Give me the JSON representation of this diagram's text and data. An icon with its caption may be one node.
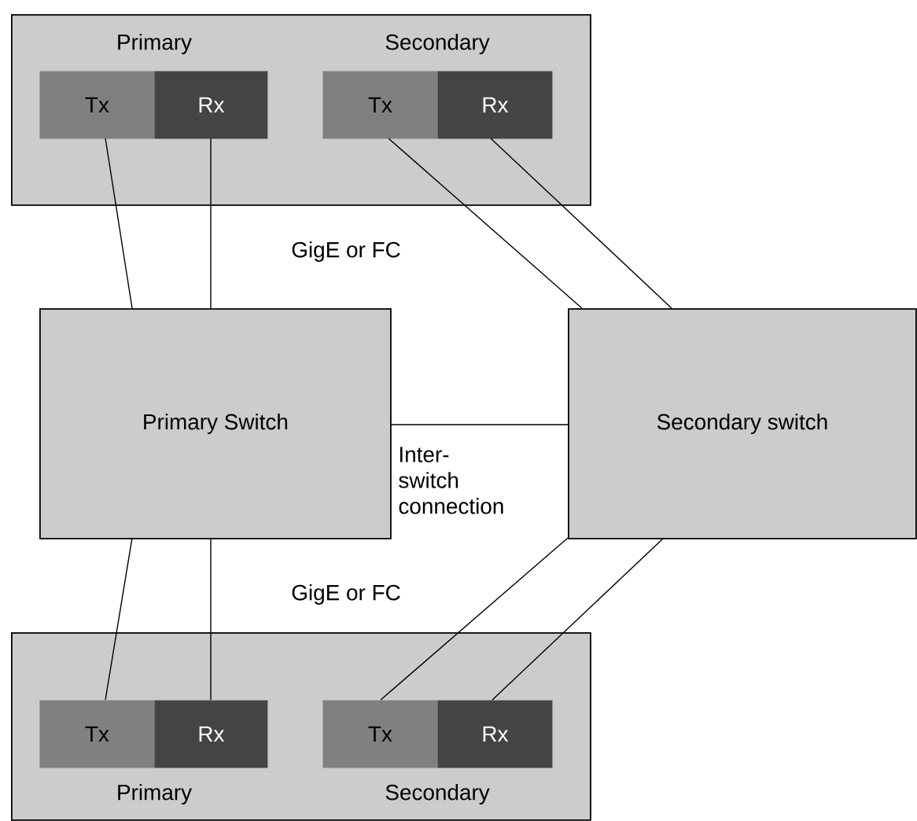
{
  "diagram": {
    "nodes": [
      {
        "text": [],
        "shape": "box"
      },
      {
        "text": [
          "Tx"
        ],
        "in": 0
      },
      {
        "text": [
          "Rx"
        ],
        "in": 0
      },
      {
        "text": [
          "Tx"
        ],
        "in": 0
      },
      {
        "text": [
          "Rx"
        ],
        "in": 0
      },
      {
        "text": [
          "Primary Switch"
        ]
      },
      {
        "text": [
          "Secondary switch"
        ]
      },
      {
        "text": [],
        "shape": "box"
      },
      {
        "text": [
          "Tx"
        ],
        "in": 7
      },
      {
        "text": [
          "Rx"
        ],
        "in": 7
      },
      {
        "text": [
          "Tx"
        ],
        "in": 7
      },
      {
        "text": [
          "Rx"
        ],
        "in": 7
      }
    ],
    "edges": [
      {
        "from": 1,
        "to": 5,
        "arrow": "none"
      },
      {
        "from": 2,
        "to": 5,
        "arrow": "none"
      },
      {
        "from": 3,
        "to": 6,
        "arrow": "none"
      },
      {
        "from": 4,
        "to": 6,
        "arrow": "none"
      },
      {
        "from": 5,
        "to": 6,
        "arrow": "none",
        "label": "Inter- switch connection"
      },
      {
        "from": 5,
        "to": 8,
        "arrow": "none"
      },
      {
        "from": 5,
        "to": 9,
        "arrow": "none"
      },
      {
        "from": 6,
        "to": 10,
        "arrow": "none"
      },
      {
        "from": 6,
        "to": 11,
        "arrow": "none"
      }
    ],
    "labels": [
      "Primary",
      "Secondary",
      "GigE or FC",
      "GigE or FC",
      "Primary",
      "Secondary"
    ]
  }
}
